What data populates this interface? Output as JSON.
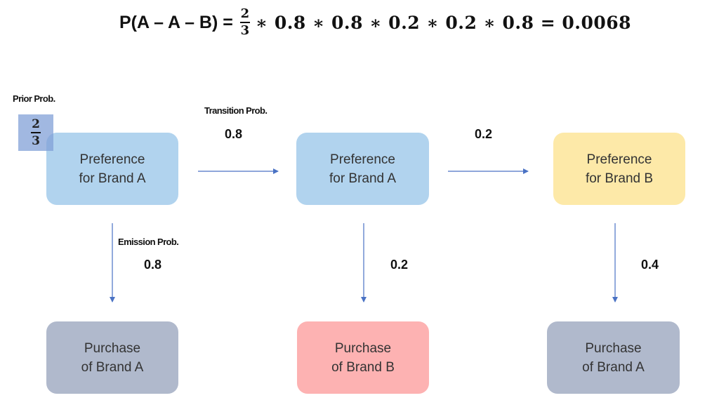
{
  "formula": {
    "lhs": "P(A – A – B) =",
    "frac_num": "2",
    "frac_den": "3",
    "rest": "∗ 0.8  ∗ 0.8  ∗ 0.2  ∗ 0.2  ∗ 0.8 = 0.0068"
  },
  "labels": {
    "prior": "Prior Prob.",
    "transition": "Transition Prob.",
    "emission": "Emission Prob."
  },
  "prior_fraction": {
    "num": "2",
    "den": "3"
  },
  "states": [
    {
      "text": "Preference\nfor Brand A"
    },
    {
      "text": "Preference\nfor Brand A"
    },
    {
      "text": "Preference\nfor Brand B"
    }
  ],
  "observations": [
    {
      "text": "Purchase\nof Brand A"
    },
    {
      "text": "Purchase\nof Brand B"
    },
    {
      "text": "Purchase\nof Brand A"
    }
  ],
  "transition_probs": [
    "0.8",
    "0.2"
  ],
  "emission_probs": [
    "0.8",
    "0.2",
    "0.4"
  ],
  "colors": {
    "state_blue": "#b1d3ee",
    "state_yellow": "#fde9a8",
    "obs_gray": "#b0b9cc",
    "obs_pink": "#fdb2b2",
    "arrow": "#4a72c4"
  }
}
